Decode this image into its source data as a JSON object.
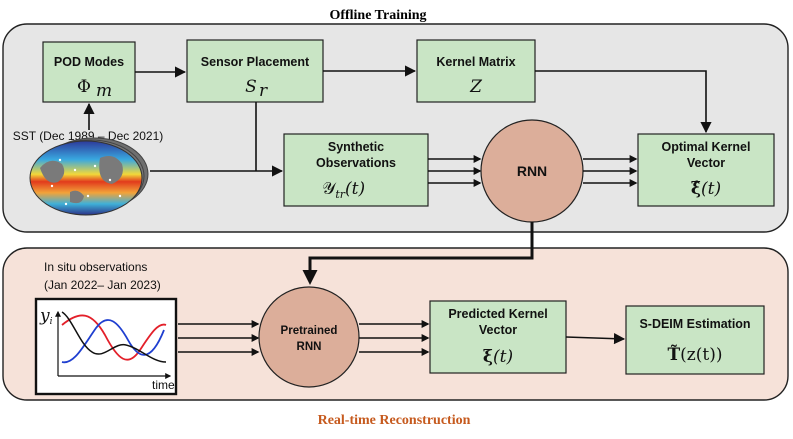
{
  "sections": {
    "offline_title": "Offline Training",
    "realtime_title": "Real-time Reconstruction"
  },
  "offline": {
    "pod_modes": {
      "title": "POD Modes",
      "symbol": "Φ",
      "subscript": "m"
    },
    "sensor_placement": {
      "title": "Sensor Placement",
      "symbol": "S",
      "subscript": "r"
    },
    "kernel_matrix": {
      "title": "Kernel Matrix",
      "symbol": "Z"
    },
    "sst_label": "SST (Dec 1989 – Dec 2021)",
    "synthetic_obs": {
      "title_line1": "Synthetic",
      "title_line2": "Observations",
      "symbol": "𝒴",
      "subscript": "tr",
      "arg": "(t)"
    },
    "rnn": {
      "label": "RNN"
    },
    "optimal_kernel": {
      "title_line1": "Optimal Kernel",
      "title_line2": "Vector",
      "symbol": "ξ̂",
      "arg": "(t)"
    }
  },
  "realtime": {
    "insitu_label_line1": "In situ observations",
    "insitu_label_line2": "(Jan 2022– Jan 2023)",
    "plot_ylabel": "y",
    "plot_ylabel_sub": "i",
    "plot_xlabel": "time",
    "pretrained_rnn": {
      "line1": "Pretrained",
      "line2": "RNN"
    },
    "predicted_kernel": {
      "title_line1": "Predicted Kernel",
      "title_line2": "Vector",
      "symbol": "ξ",
      "arg": "(t)"
    },
    "sdeim": {
      "title": "S-DEIM Estimation",
      "symbol": "T̃",
      "arg": "(z(t))"
    }
  },
  "colors": {
    "offline_panel": "#e6e6e6",
    "realtime_panel": "#f6e2d9",
    "box_fill": "#c9e5c5",
    "node_fill": "#dcae9a",
    "realtime_title_color": "#c65a1e",
    "curve_red": "#e3202a",
    "curve_blue": "#1f3fd0",
    "curve_black": "#111111"
  }
}
